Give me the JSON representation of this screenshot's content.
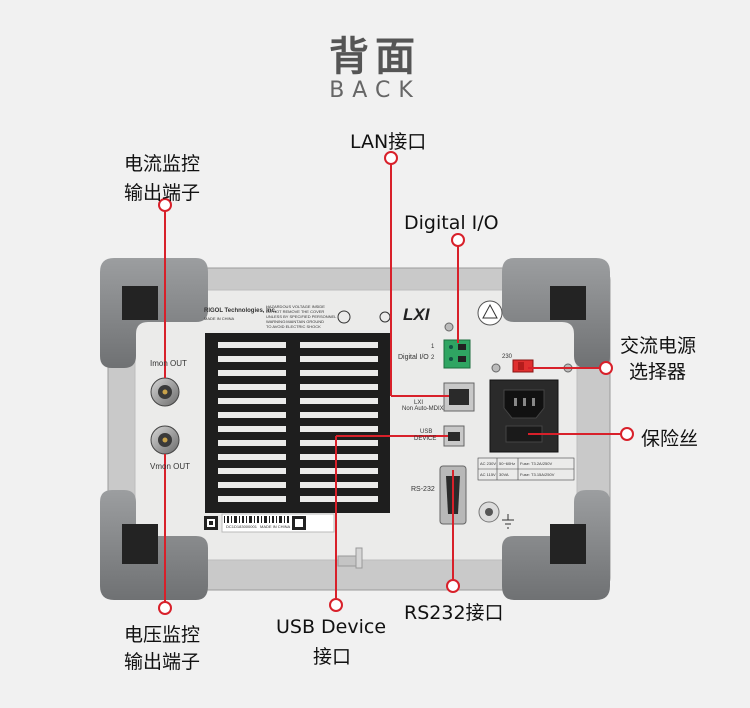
{
  "header": {
    "title_cn": "背面",
    "title_en": "BACK"
  },
  "callouts": {
    "current_monitor_l1": "电流监控",
    "current_monitor_l2": "输出端子",
    "lan": "LAN接口",
    "digital_io": "Digital I/O",
    "ac_selector_l1": "交流电源",
    "ac_selector_l2": "选择器",
    "fuse": "保险丝",
    "voltage_monitor_l1": "电压监控",
    "voltage_monitor_l2": "输出端子",
    "usb_device_l1": "USB Device",
    "usb_device_l2": "接口",
    "rs232": "RS232接口"
  },
  "panel": {
    "brand": "RIGOL Technologies, Inc.",
    "made_in": "MADE IN CHINA",
    "warning": [
      "HAZARDOUS VOLTAGE INSIDE",
      "DO NOT REMOVE THE COVER",
      "UNLESS BY SPECIFIED PERSONNEL",
      "WARNING:MAINTAIN GROUND",
      "TO AVOID ELECTRIC SHOCK"
    ],
    "lxi": "LXI",
    "imon_label": "Imon OUT",
    "vmon_label": "Vmon OUT",
    "digital_io_label": "Digital I/O",
    "dio_pins": [
      "1",
      "2"
    ],
    "lan_label_1": "LXI",
    "lan_label_2": "Non Auto-MDIX",
    "usb_label_1": "USB",
    "usb_label_2": "DEVICE",
    "rs232_label": "RS-232",
    "voltage_switch": "230",
    "rating_rows": [
      [
        "AC 230V",
        "50~60Hz",
        "Fuse: T3.2A/250V"
      ],
      [
        "AC 115V",
        "30VA",
        "Fuse: T3.15A/250V"
      ]
    ],
    "serial_number": "DC1D183000001",
    "serial_made_in": "MADE IN CHINA"
  },
  "colors": {
    "callout_red": "#d8202a",
    "frame_gray": "#8b8d8f",
    "panel_white": "#ebebea"
  }
}
